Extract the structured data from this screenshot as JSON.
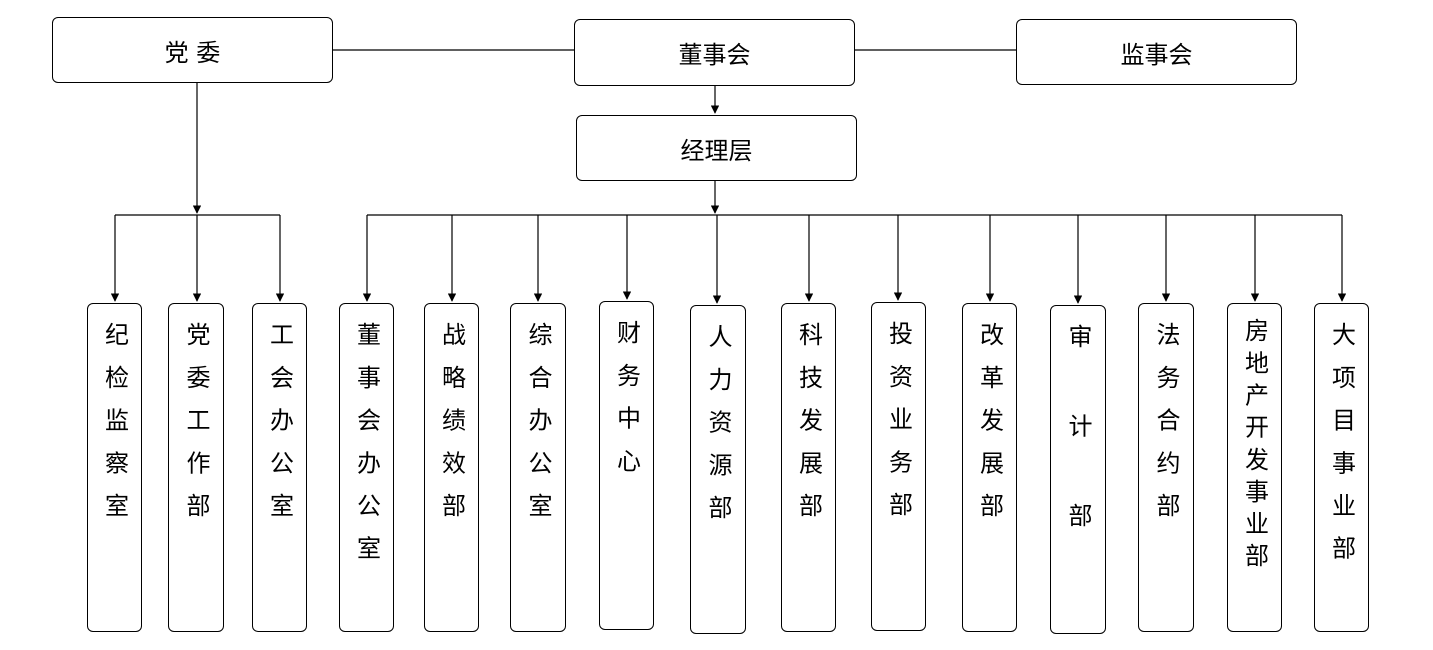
{
  "top": {
    "party": "党 委",
    "board": "董事会",
    "supervisors": "监事会"
  },
  "management": "经理层",
  "departments": [
    "纪检监察室",
    "党委工作部",
    "工会办公室",
    "董事会办公室",
    "战略绩效部",
    "综合办公室",
    "财务中心",
    "人力资源部",
    "科技发展部",
    "投资业务部",
    "改革发展部",
    "审  计 部",
    "法务合约部",
    "房地产开发事业部",
    "大项目事业部"
  ]
}
